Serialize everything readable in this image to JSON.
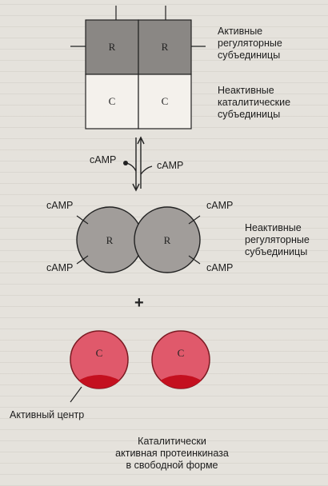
{
  "complex": {
    "regulatory_letter": "R",
    "catalytic_letter": "C",
    "label_active_regulatory": "Активные\nрегуляторные\nсубъединицы",
    "label_inactive_catalytic": "Неактивные\nкаталитические\nсубъединицы"
  },
  "reaction": {
    "camp_left": "cAMP",
    "camp_right": "cAMP"
  },
  "regulatory_dimer": {
    "letter": "R",
    "camp_labels": [
      "cAMP",
      "cAMP",
      "cAMP",
      "cAMP"
    ],
    "label": "Неактивные\nрегуляторные\nсубъединицы"
  },
  "plus_sign": "+",
  "catalytic_free": {
    "letter": "C",
    "active_site_label": "Активный центр",
    "caption": "Каталитически\nактивная протеинкиназа\nв свободной форме"
  },
  "colors": {
    "regulatory_active": "#8a8784",
    "regulatory_inactive": "#a19d9a",
    "catalytic_box": "#f4f1ec",
    "catalytic_free": "#e0596b",
    "active_site": "#c4101f"
  }
}
